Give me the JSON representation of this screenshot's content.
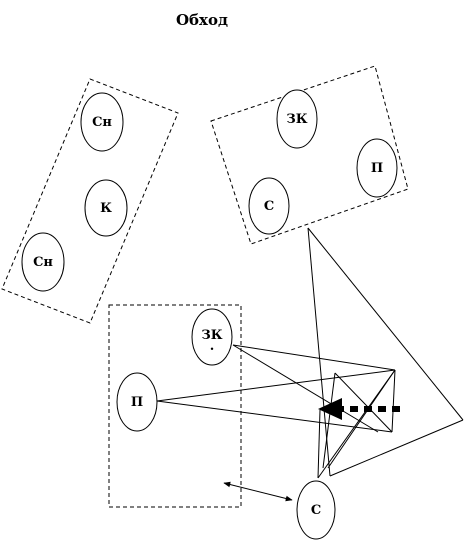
{
  "title": "Обход",
  "groups": [
    {
      "id": "group-top-left",
      "nodes": [
        {
          "id": "sn1",
          "label": "Сн"
        },
        {
          "id": "k1",
          "label": "К"
        },
        {
          "id": "sn2",
          "label": "Сн"
        }
      ]
    },
    {
      "id": "group-top-right",
      "nodes": [
        {
          "id": "zk1",
          "label": "ЗК"
        },
        {
          "id": "p1",
          "label": "П"
        },
        {
          "id": "s1",
          "label": "С"
        }
      ]
    },
    {
      "id": "group-bottom",
      "nodes": [
        {
          "id": "zk2",
          "label": "ЗК"
        },
        {
          "id": "p2",
          "label": "П"
        }
      ]
    }
  ],
  "free_nodes": [
    {
      "id": "s2",
      "label": "С"
    }
  ],
  "zk2_mark": ".",
  "arrows": {
    "bold_dotted": {
      "direction": "left",
      "style": "dashed-bold"
    },
    "double_headed": {
      "from": "group-bottom",
      "to": "s2"
    }
  }
}
